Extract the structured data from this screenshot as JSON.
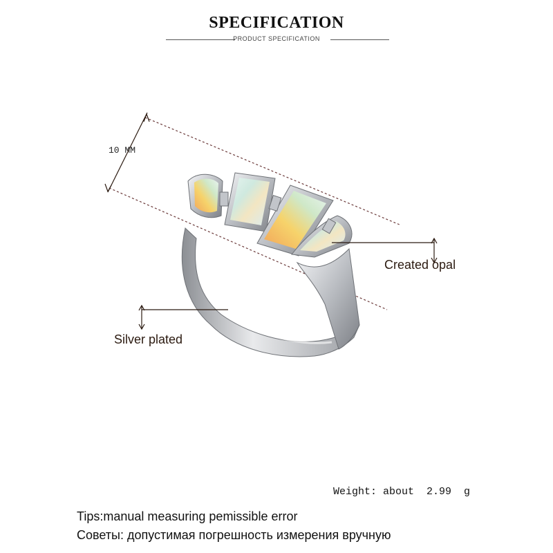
{
  "header": {
    "title": "SPECIFICATION",
    "subtitle": "PRODUCT SPECIFICATION"
  },
  "dimension": {
    "label": "10 MM"
  },
  "callouts": {
    "opal": "Created opal",
    "plating": "Silver plated"
  },
  "weight": {
    "text": "Weight: about  2.99  g"
  },
  "tips": {
    "english": "Tips:manual measuring pemissible error",
    "russian": "Советы: допустимая погрешность измерения вручную"
  },
  "colors": {
    "guide_line": "#6b3a3a",
    "silver": "#c9ccd0"
  }
}
